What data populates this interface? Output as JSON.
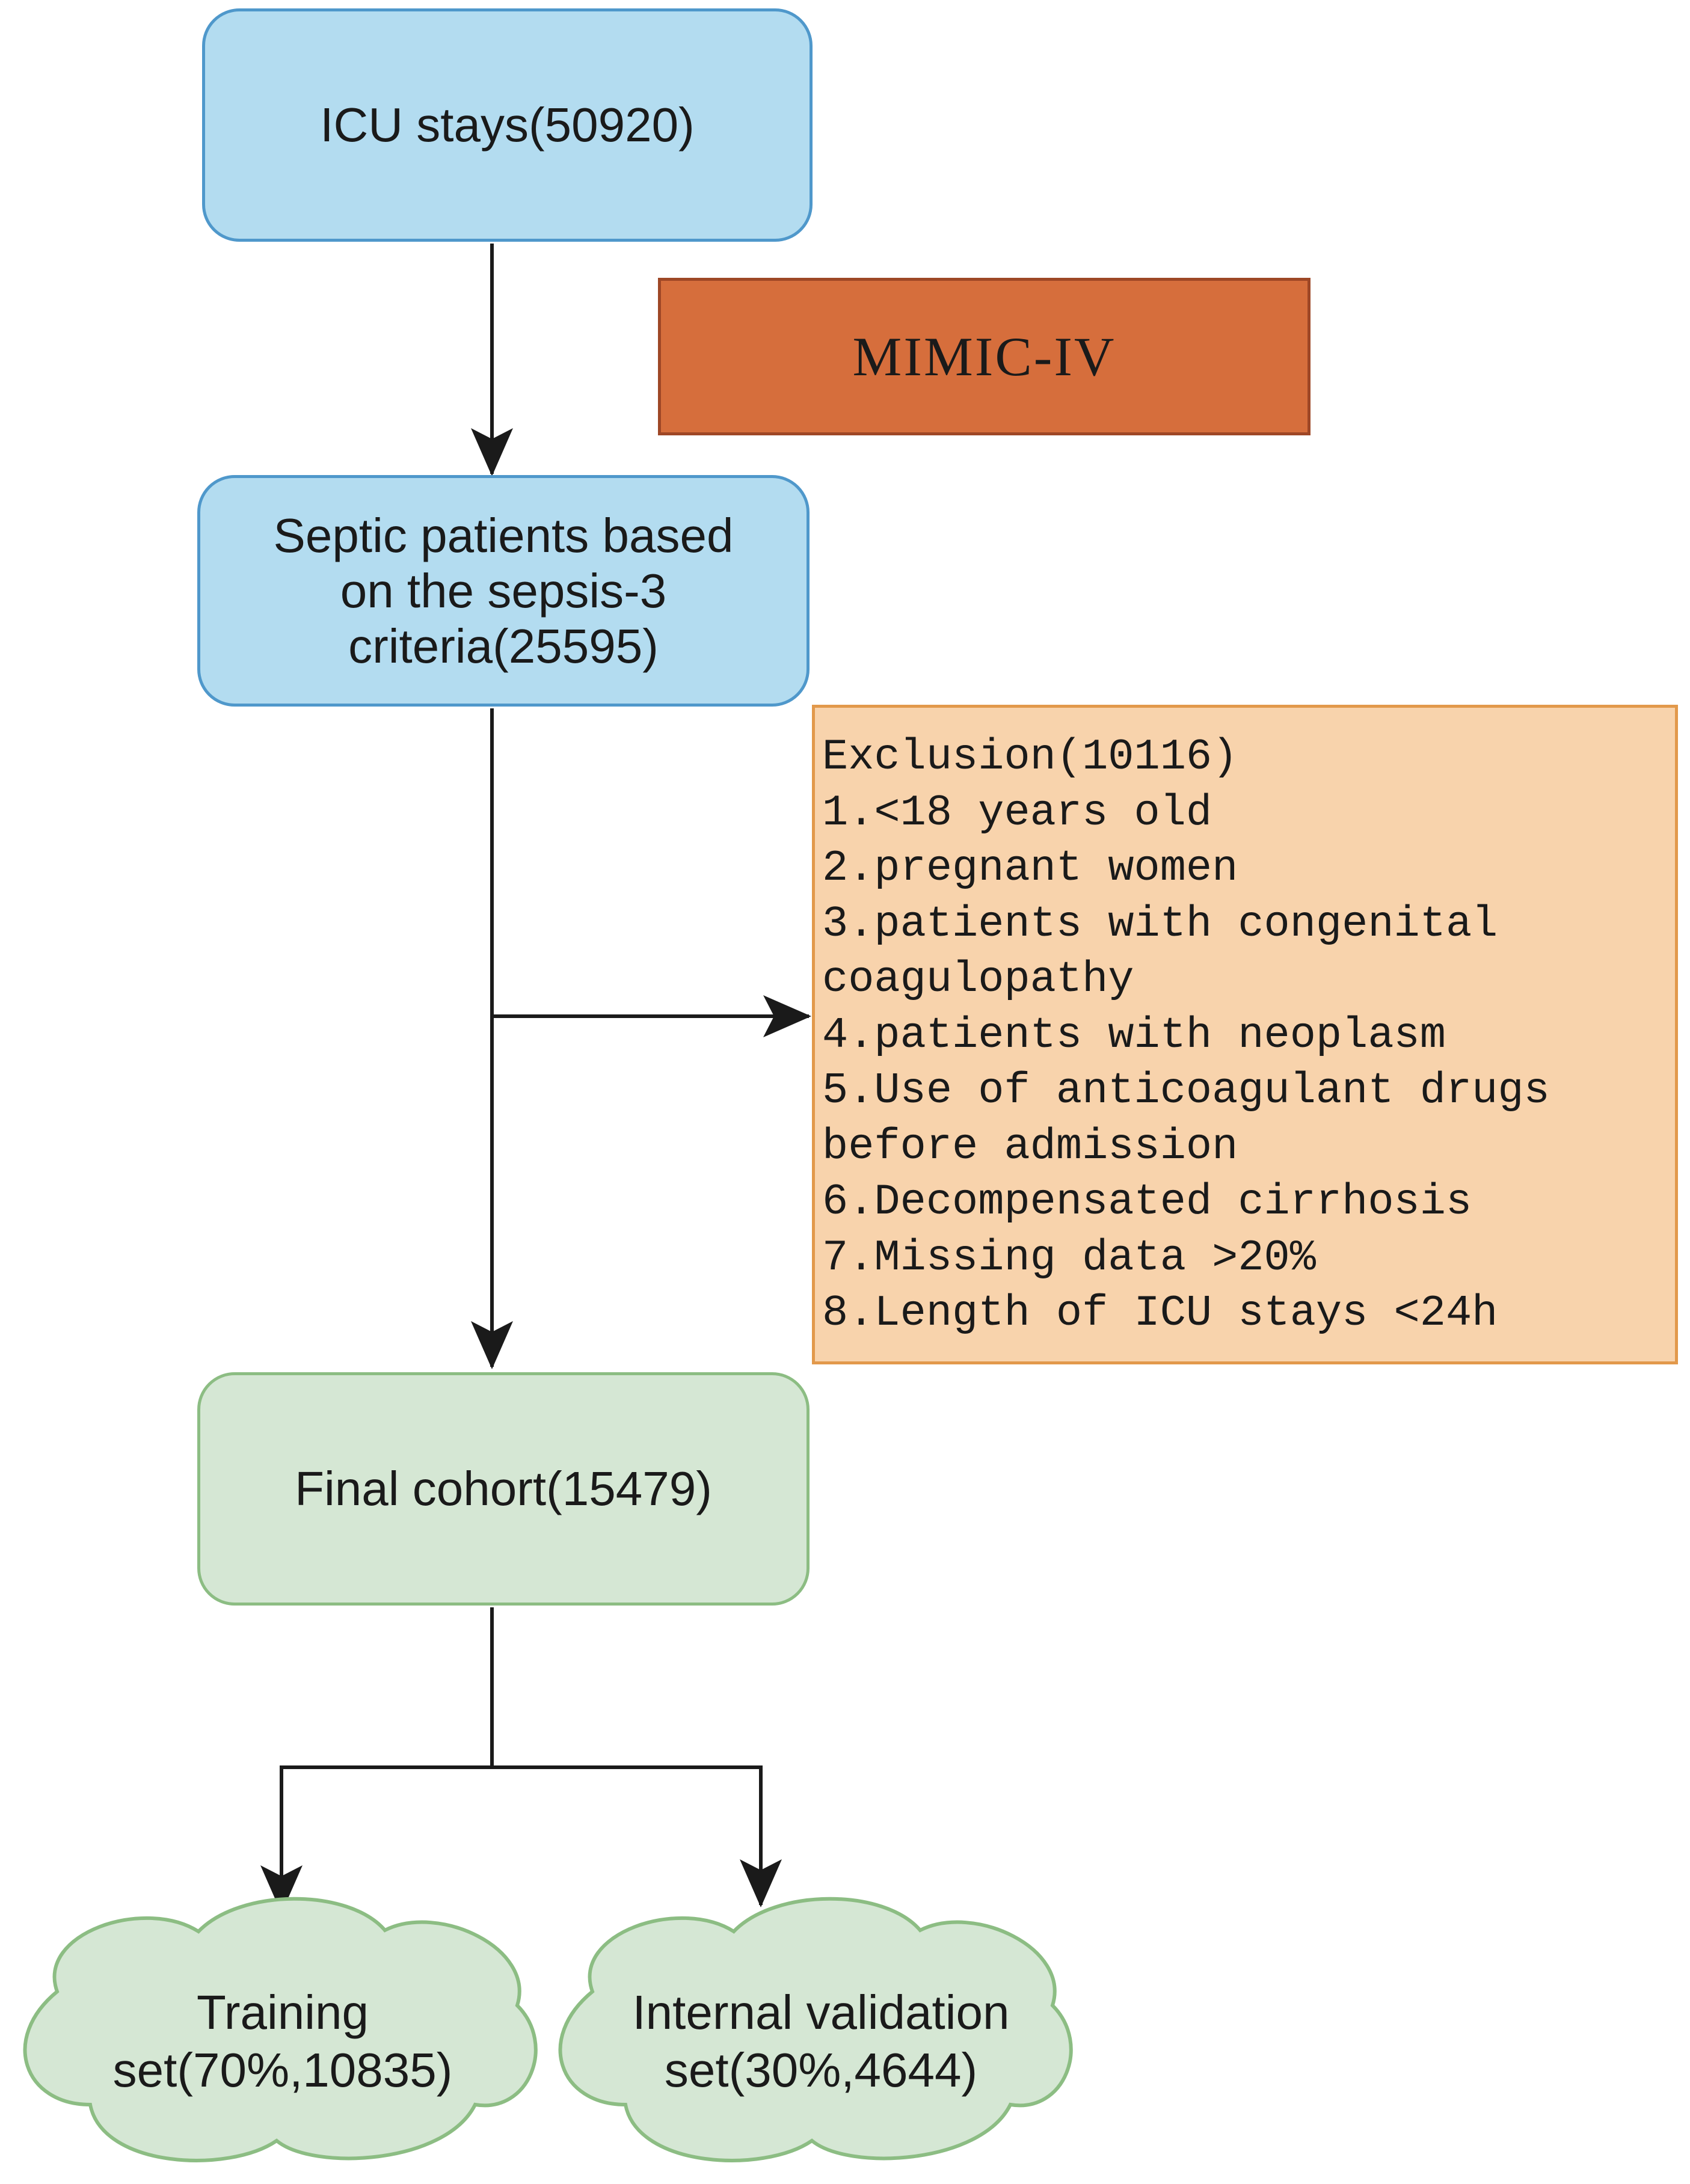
{
  "nodes": {
    "source": {
      "label": "MIMIC-IV"
    },
    "icu": {
      "lines": [
        "ICU stays(50920)"
      ]
    },
    "septic": {
      "lines": [
        "Septic patients based",
        "on the sepsis-3",
        "criteria(25595)"
      ]
    },
    "exclusion": {
      "lines": [
        "Exclusion(10116)",
        "1.<18 years old",
        "2.pregnant women",
        "3.patients with congenital",
        "coagulopathy",
        "4.patients with neoplasm",
        "5.Use of anticoagulant drugs",
        "before admission",
        "6.Decompensated cirrhosis",
        "7.Missing data >20%",
        "8.Length of ICU stays <24h"
      ]
    },
    "final": {
      "lines": [
        "Final cohort(15479)"
      ]
    },
    "training": {
      "lines": [
        "Training",
        "set(70%,10835)"
      ]
    },
    "validation": {
      "lines": [
        "Internal validation",
        "set(30%,4644)"
      ]
    }
  },
  "edges": [
    {
      "from": "icu",
      "to": "septic"
    },
    {
      "from": "septic",
      "to": "exclusion"
    },
    {
      "from": "septic",
      "to": "final"
    },
    {
      "from": "final",
      "to": "training"
    },
    {
      "from": "final",
      "to": "validation"
    }
  ],
  "colors": {
    "blue_fill": "#b3dcf0",
    "blue_border": "#4f98cb",
    "orange_fill": "#d66e3c",
    "orange_border": "#9e4726",
    "peach_fill": "#f8d3ac",
    "peach_border": "#e2994b",
    "green_fill": "#d5e7d4",
    "green_border": "#8cbd83",
    "arrow": "#1a1a1a"
  }
}
